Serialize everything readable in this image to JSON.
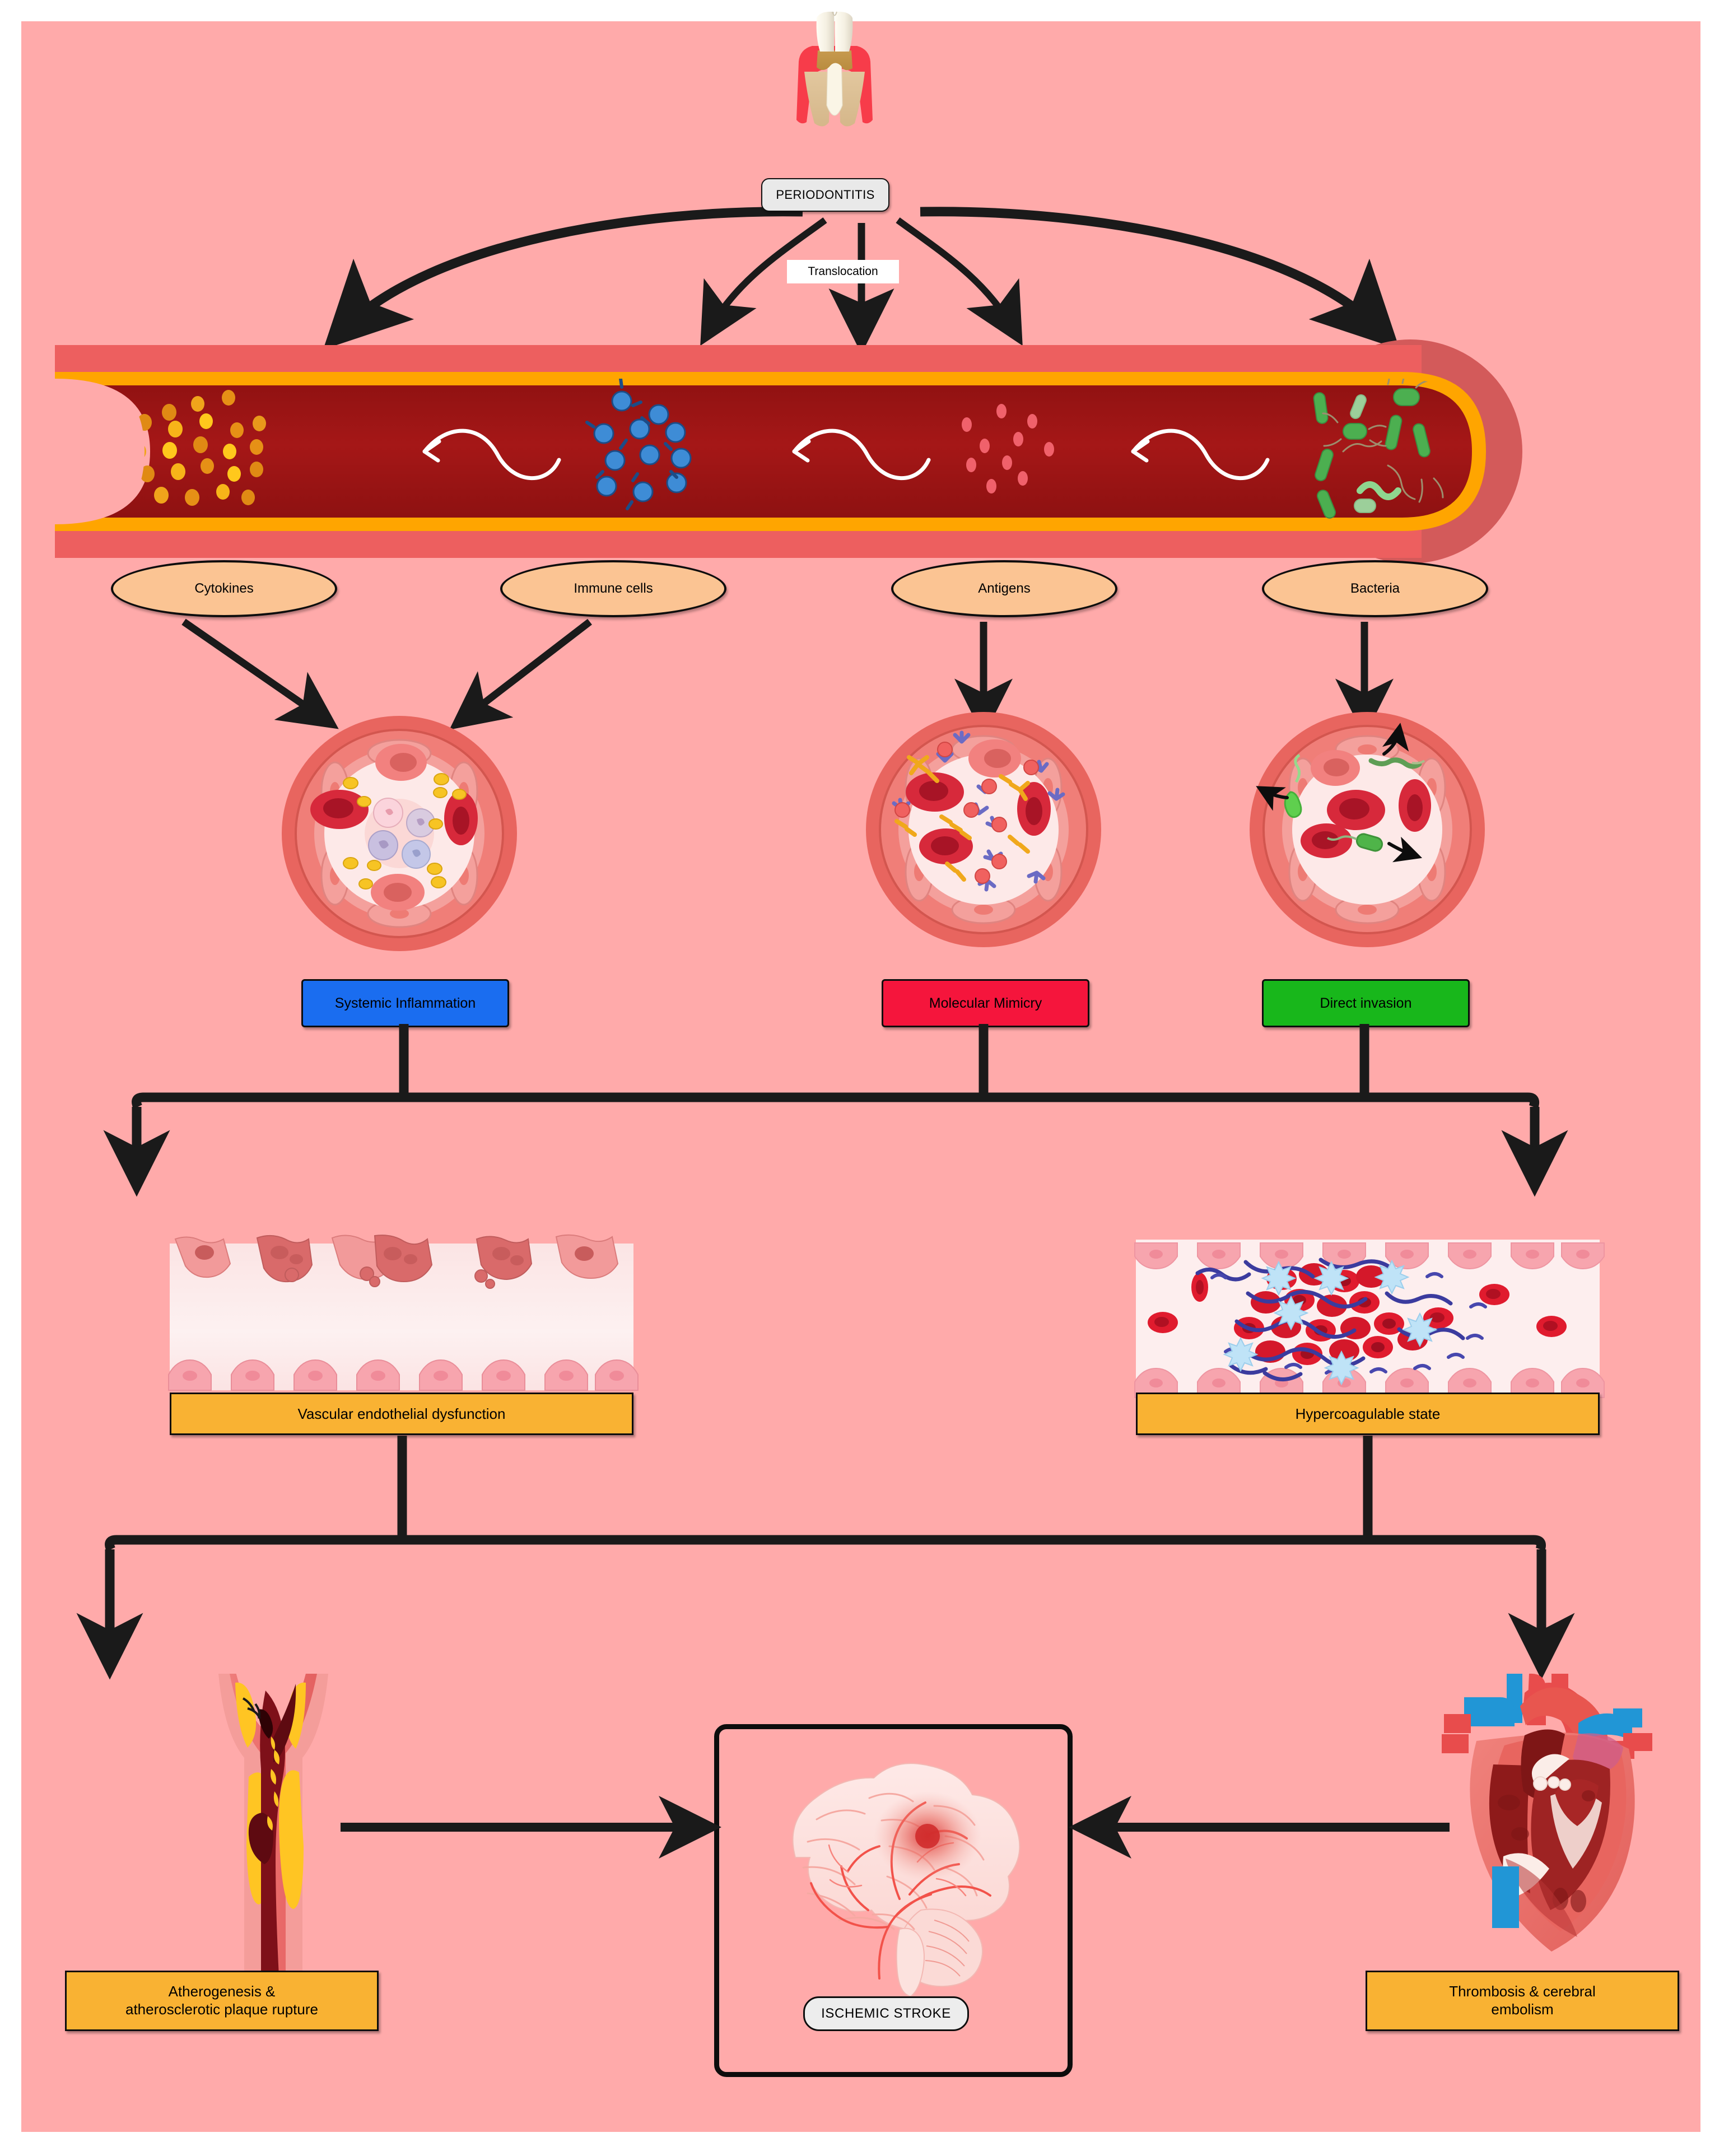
{
  "diagram": {
    "title_node": "PERIODONTITIS",
    "translocation_label": "Translocation",
    "vessel_callouts": [
      {
        "label": "Cytokines",
        "icon": "cytokine-dots-icon"
      },
      {
        "label": "Immune cells",
        "icon": "immune-cell-icon"
      },
      {
        "label": "Antigens",
        "icon": "antigen-dots-icon"
      },
      {
        "label": "Bacteria",
        "icon": "bacteria-icon"
      }
    ],
    "mechanisms": [
      {
        "label": "Systemic Inflammation",
        "color": "#1A6DF0",
        "icon": "vessel-cross-section-inflammation-icon"
      },
      {
        "label": "Molecular Mimicry",
        "color": "#F5153C",
        "icon": "vessel-cross-section-antibody-icon"
      },
      {
        "label": "Direct invasion",
        "color": "#18B71B",
        "icon": "vessel-cross-section-bacteria-icon"
      }
    ],
    "intermediate_outcomes": [
      {
        "label": "Vascular endothelial dysfunction",
        "color": "#F9B233",
        "icon": "damaged-endothelium-icon"
      },
      {
        "label": "Hypercoagulable state",
        "color": "#F9B233",
        "icon": "fibrin-clot-icon"
      }
    ],
    "final_outcomes": [
      {
        "label": "Atherogenesis &\natherosclerotic plaque rupture",
        "line1": "Atherogenesis &",
        "line2": "atherosclerotic plaque rupture",
        "color": "#F9B233",
        "icon": "atherosclerotic-artery-icon"
      },
      {
        "label": "Thrombosis & cerebral\nembolism",
        "line1": "Thrombosis & cerebral",
        "line2": "embolism",
        "color": "#F9B233",
        "icon": "heart-cross-section-icon"
      }
    ],
    "central_outcome": {
      "label": "ISCHEMIC STROKE",
      "icon": "brain-icon"
    },
    "colors": {
      "background": "#FFAAAA",
      "vessel_wall": "#ED5F5F",
      "vessel_wall_dark": "#D95555",
      "vessel_lumen": "#A01414",
      "vessel_intima": "#FFA500",
      "callout_fill": "#FBC493",
      "connector": "#1A1A1A",
      "inflammation": "#1A6DF0",
      "mimicry": "#F5153C",
      "invasion": "#18B71B",
      "outcome": "#F9B233",
      "pill_fill": "#E9E9E9"
    }
  }
}
